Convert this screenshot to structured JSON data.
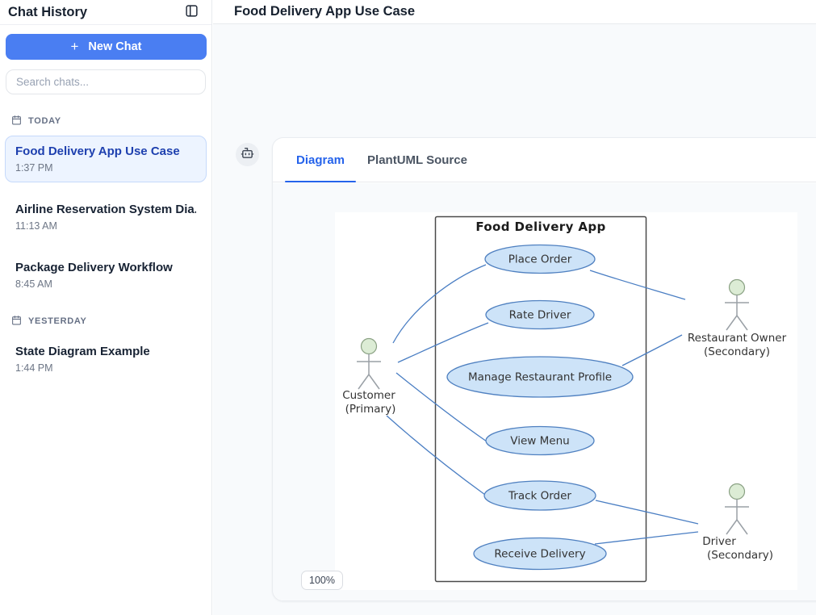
{
  "sidebar": {
    "title": "Chat History",
    "new_chat_label": "New Chat",
    "search_placeholder": "Search chats...",
    "sections": [
      {
        "label": "TODAY",
        "items": [
          {
            "title": "Food Delivery App Use Case",
            "time": "1:37 PM",
            "selected": true
          },
          {
            "title": "Airline Reservation System Dia...",
            "time": "11:13 AM",
            "selected": false
          },
          {
            "title": "Package Delivery Workflow",
            "time": "8:45 AM",
            "selected": false
          }
        ]
      },
      {
        "label": "YESTERDAY",
        "items": [
          {
            "title": "State Diagram Example",
            "time": "1:44 PM",
            "selected": false
          }
        ]
      }
    ]
  },
  "header": {
    "title": "Food Delivery App Use Case"
  },
  "viewer": {
    "tabs": [
      {
        "label": "Diagram",
        "active": true
      },
      {
        "label": "PlantUML Source",
        "active": false
      }
    ],
    "zoom_level": "100%"
  },
  "diagram": {
    "system_title": "Food Delivery App",
    "usecases": [
      "Place Order",
      "Rate Driver",
      "Manage Restaurant Profile",
      "View Menu",
      "Track Order",
      "Receive Delivery"
    ],
    "actors": [
      {
        "name": "Customer",
        "role": "(Primary)"
      },
      {
        "name": "Restaurant Owner",
        "role": "(Secondary)"
      },
      {
        "name": "Driver",
        "role": "(Secondary)"
      }
    ],
    "colors": {
      "accent_blue": "#2563eb",
      "new_chat_button": "#4a7ef2",
      "selected_chat_bg": "#edf4ff",
      "usecase_fill": "#cde3f8",
      "usecase_stroke": "#4f80c0",
      "edge": "#4a7ec3",
      "actor_head_fill": "#dcecd5"
    }
  }
}
